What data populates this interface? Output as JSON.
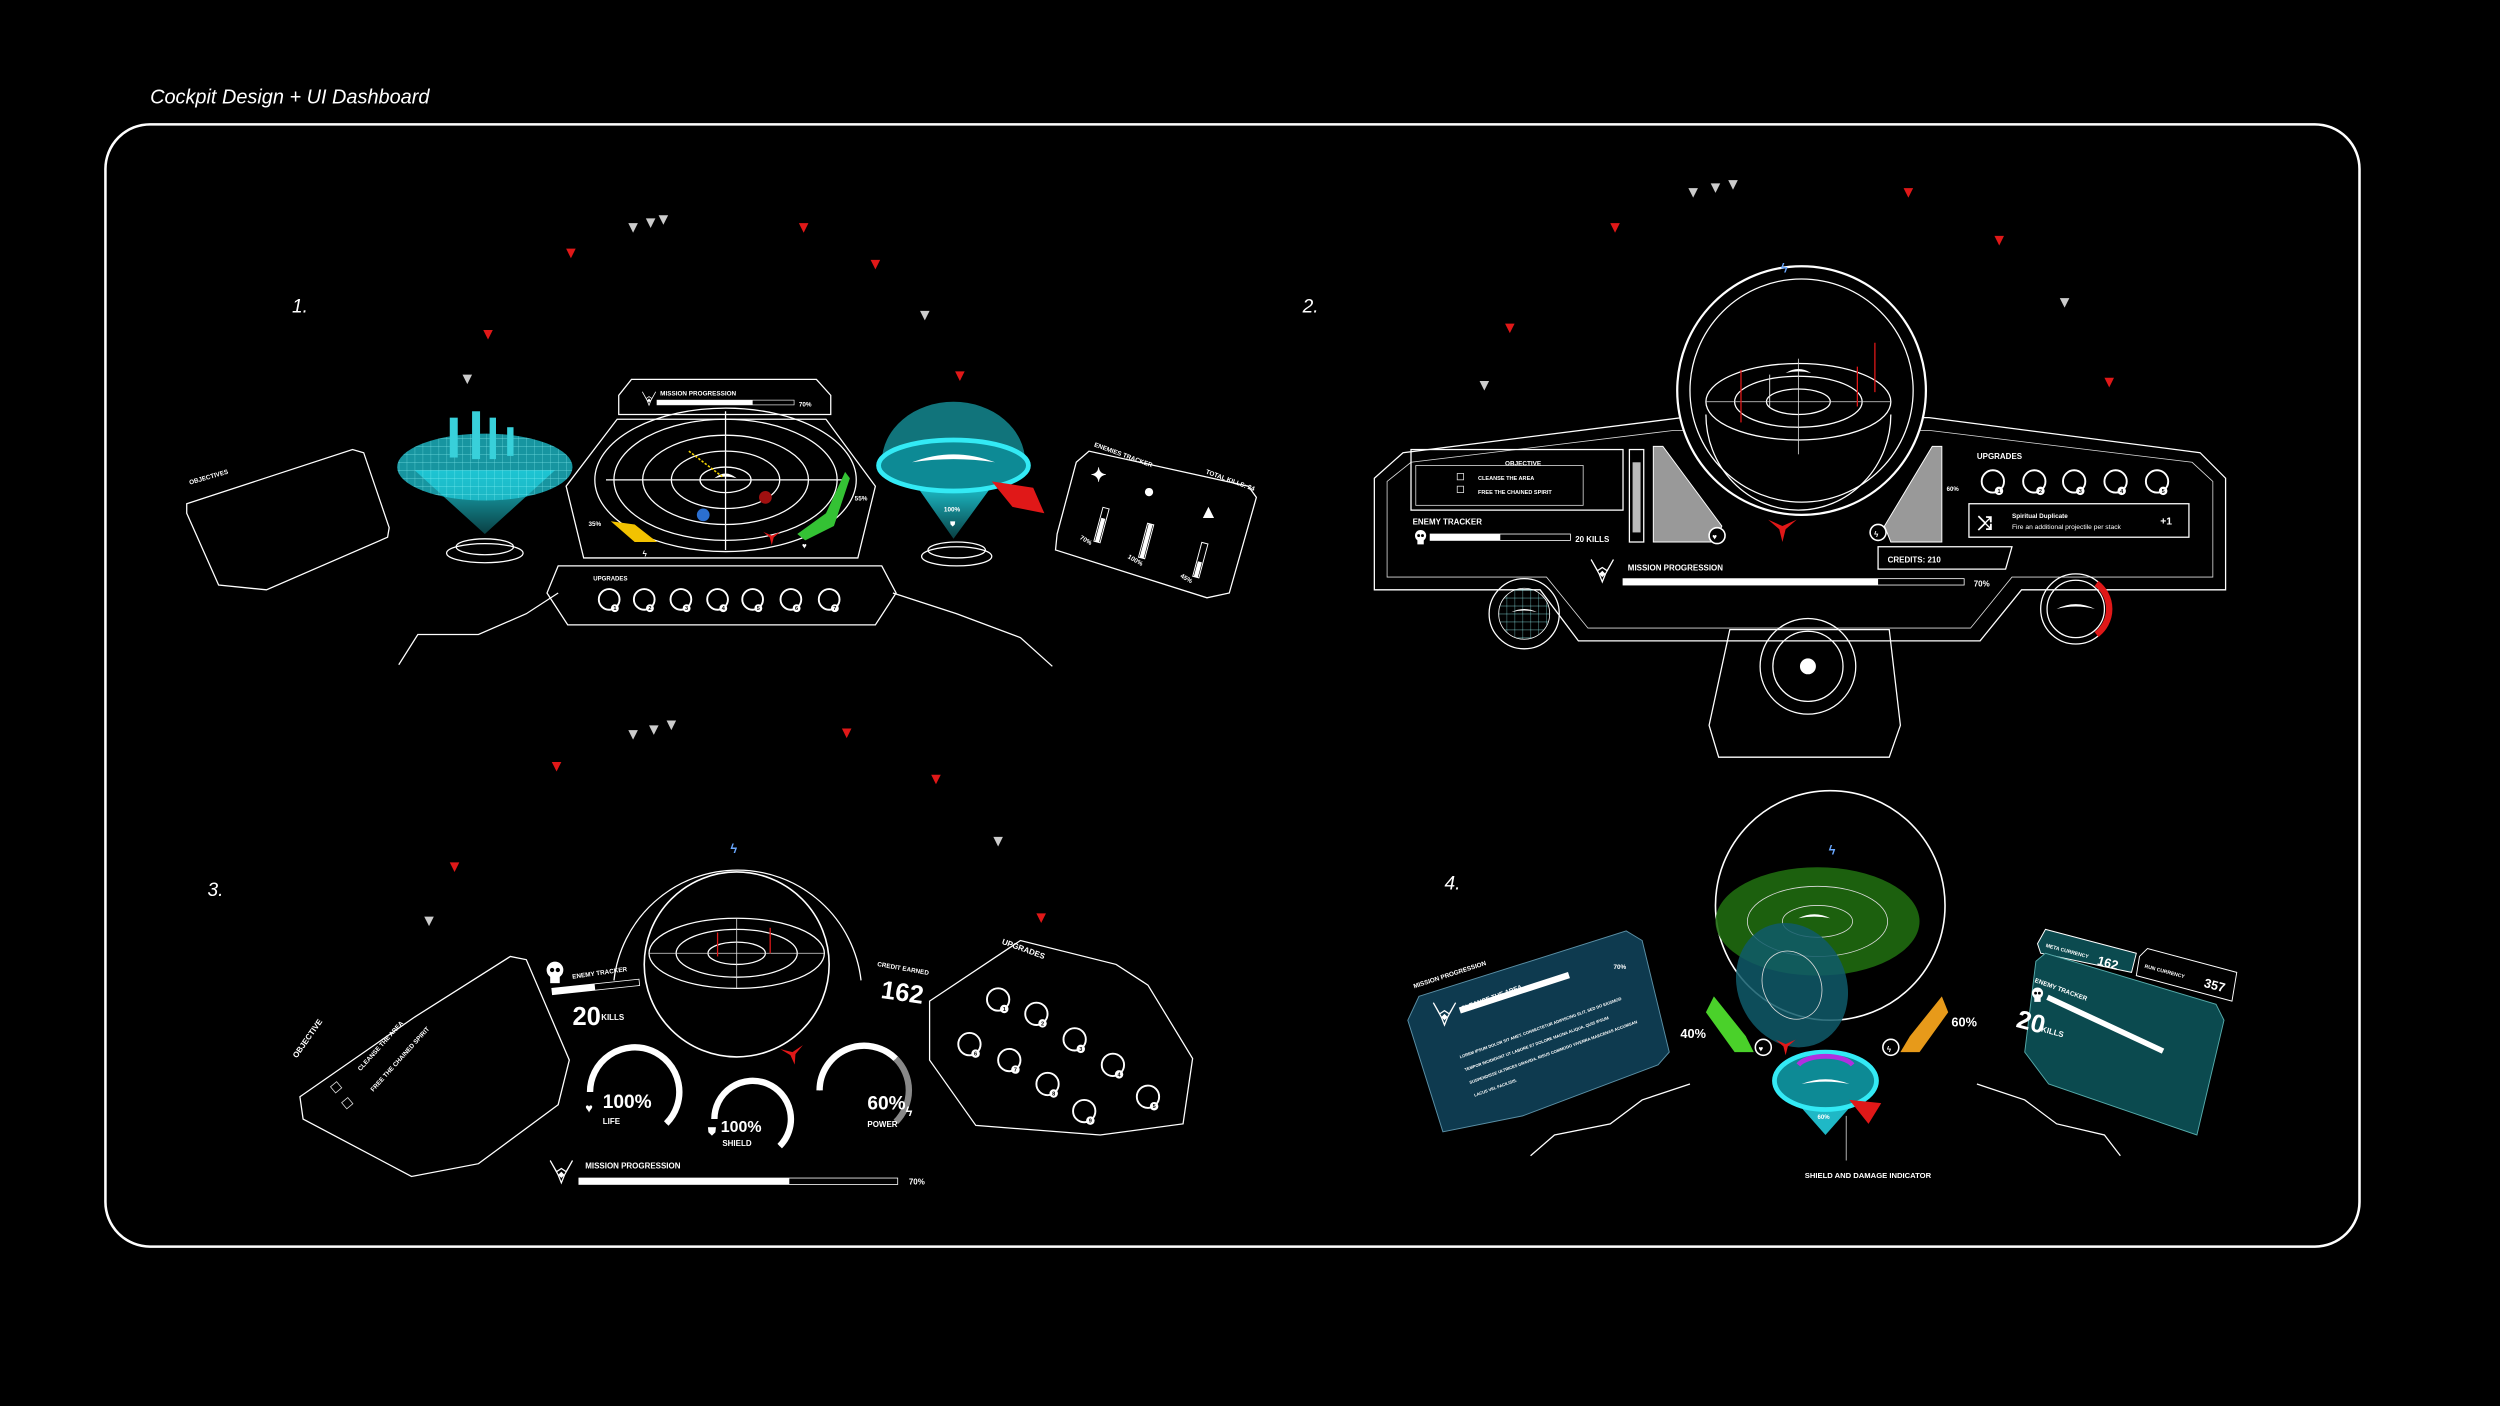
{
  "page": {
    "title": "Cockpit Design + UI Dashboard",
    "colors": {
      "background": "#000000",
      "frame": "#ffffff",
      "hologram": "#1fd3e0",
      "enemy": "#e01818",
      "life": "#3fd23f",
      "power": "#f2c200",
      "panel_blue": "#0e3a4f",
      "panel_teal": "#0b4a4f",
      "radar_green": "#1f6a10"
    }
  },
  "designs": [
    {
      "label": "1.",
      "objectives_title": "OBJECTIVES",
      "mission": {
        "title": "MISSION PROGRESSION",
        "progress": 70,
        "progress_label": "70%"
      },
      "radar": {
        "power_label": "35%",
        "power": 35,
        "life_label": "55%",
        "life": 55,
        "icons": [
          "bolt-icon",
          "heart-icon"
        ]
      },
      "shield": {
        "label": "100%",
        "value": 100,
        "icon": "shield-icon"
      },
      "upgrades": {
        "title": "UPGRADES",
        "slots": [
          "1",
          "2",
          "3",
          "4",
          "5",
          "6",
          "7"
        ]
      },
      "enemies": {
        "title": "ENEMIES TRACKER",
        "total": "TOTAL KILLS: 24",
        "types": [
          {
            "icon": "wasp-icon",
            "label": "70%",
            "value": 70
          },
          {
            "icon": "bubbles-icon",
            "label": "100%",
            "value": 100
          },
          {
            "icon": "shark-icon",
            "label": "45%",
            "value": 45
          }
        ]
      }
    },
    {
      "label": "2.",
      "objective": {
        "title": "OBJECTIVE",
        "items": [
          "CLEANSE THE AREA",
          "FREE THE CHAINED SPIRIT"
        ]
      },
      "enemy_tracker": {
        "title": "ENEMY TRACKER",
        "kills": "20 KILLS",
        "progress": 50
      },
      "power_gauge": {
        "label": "60%",
        "value": 60
      },
      "life_gauge": {
        "value": 80
      },
      "upgrades": {
        "title": "UPGRADES",
        "slots": [
          "1",
          "2",
          "3",
          "4",
          "5"
        ]
      },
      "upgrade_detail": {
        "name": "Spiritual Duplicate",
        "description": "Fire an additional projectile per stack",
        "stack": "+1"
      },
      "credits": "CREDITS: 210",
      "mission": {
        "title": "MISSION PROGRESSION",
        "progress": 70,
        "progress_label": "70%"
      }
    },
    {
      "label": "3.",
      "objective": {
        "title": "OBJECTIVE",
        "items": [
          "CLEANSE THE AREA",
          "FREE THE CHAINED SPIRIT"
        ]
      },
      "enemy_tracker": {
        "title": "ENEMY TRACKER",
        "kills_number": "20",
        "kills_unit": "KILLS",
        "progress": 50
      },
      "credit": {
        "title": "CREDIT EARNED",
        "value": "162"
      },
      "gauges": [
        {
          "value_label": "100%",
          "name": "LIFE",
          "value": 100,
          "icon": "heart-icon"
        },
        {
          "value_label": "100%",
          "name": "SHIELD",
          "value": 100,
          "icon": "shield-icon"
        },
        {
          "value_label": "60%",
          "name": "POWER",
          "value": 60,
          "icon": "bolt-icon"
        }
      ],
      "upgrades": {
        "title": "UPGRADES",
        "slots": [
          "1",
          "2",
          "3",
          "4",
          "5",
          "6",
          "7",
          "8",
          "9"
        ]
      },
      "mission": {
        "title": "MISSION PROGRESSION",
        "progress": 70,
        "progress_label": "70%"
      }
    },
    {
      "label": "4.",
      "mission": {
        "title": "MISSION PROGRESSION",
        "objective": "CLEANSE THE AREA",
        "progress": 70,
        "progress_label": "70%",
        "description": [
          "LOREM IPSUM DOLOR SIT AMET, CONSECTETUR ADIPISCING ELIT, SED DO EIUSMOD",
          "TEMPOR INCIDIDUNT UT LABORE ET DOLORE MAGNA ALIQUA. QUIS IPSUM",
          "SUSPENDISSE ULTRICES GRAVIDA. RISUS COMMODO VIVERRA MAECENAS ACCUMSAN",
          "LACUS VEL FACILISIS."
        ]
      },
      "meta_currency": {
        "label": "META CURRENCY",
        "value": "162"
      },
      "run_currency": {
        "label": "RUN CURRENCY",
        "value": "357"
      },
      "enemy_tracker": {
        "title": "ENEMY TRACKER",
        "kills_number": "20",
        "kills_unit": "KILLS",
        "progress": 70
      },
      "life_gauge": {
        "label": "40%",
        "value": 40
      },
      "power_gauge": {
        "label": "60%",
        "value": 60
      },
      "shield": {
        "label": "60%",
        "value": 60
      },
      "annotation": "SHIELD AND DAMAGE INDICATOR"
    }
  ]
}
